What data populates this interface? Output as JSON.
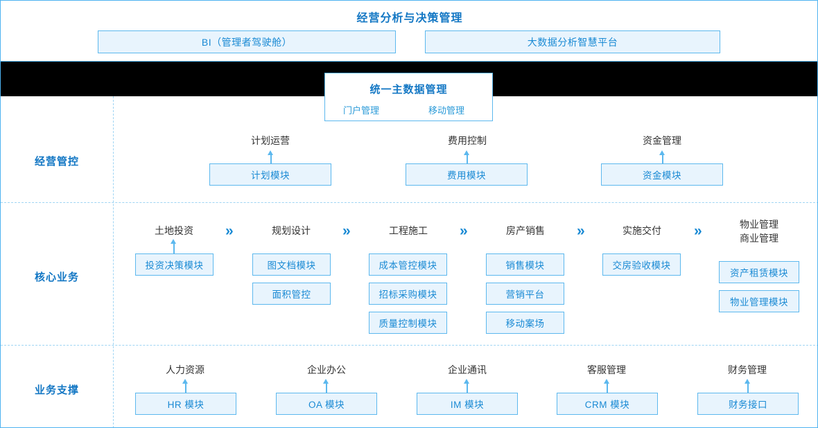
{
  "top": {
    "title": "经营分析与决策管理",
    "boxes": [
      {
        "label": "BI（管理者驾驶舱）"
      },
      {
        "label": "大数据分析智慧平台"
      }
    ]
  },
  "master_data": {
    "title": "统一主数据管理",
    "sub_left": "门户管理",
    "sub_right": "移动管理"
  },
  "rows": [
    {
      "label": "经营管控"
    },
    {
      "label": "核心业务"
    },
    {
      "label": "业务支撑"
    }
  ],
  "management_row": {
    "columns": [
      {
        "stage": "计划运营",
        "modules": [
          "计划模块"
        ]
      },
      {
        "stage": "费用控制",
        "modules": [
          "费用模块"
        ]
      },
      {
        "stage": "资金管理",
        "modules": [
          "资金模块"
        ]
      }
    ]
  },
  "core_row": {
    "chevron": "»",
    "columns": [
      {
        "stage": "土地投资",
        "modules": [
          "投资决策模块"
        ]
      },
      {
        "stage": "规划设计",
        "modules": [
          "图文档模块",
          "面积管控"
        ]
      },
      {
        "stage": "工程施工",
        "modules": [
          "成本管控模块",
          "招标采购模块",
          "质量控制模块"
        ]
      },
      {
        "stage": "房产销售",
        "modules": [
          "销售模块",
          "营销平台",
          "移动案场"
        ]
      },
      {
        "stage": "实施交付",
        "modules": [
          "交房验收模块"
        ]
      },
      {
        "stage": "物业管理\n商业管理",
        "modules": [
          "资产租赁模块",
          "物业管理模块"
        ]
      }
    ]
  },
  "support_row": {
    "columns": [
      {
        "stage": "人力资源",
        "modules": [
          "HR 模块"
        ]
      },
      {
        "stage": "企业办公",
        "modules": [
          "OA 模块"
        ]
      },
      {
        "stage": "企业通讯",
        "modules": [
          "IM 模块"
        ]
      },
      {
        "stage": "客服管理",
        "modules": [
          "CRM 模块"
        ]
      },
      {
        "stage": "财务管理",
        "modules": [
          "财务接口"
        ]
      }
    ]
  },
  "colors": {
    "accent": "#1377c4",
    "box_border": "#5cb8ee",
    "box_fill": "#e8f4fd",
    "box_text": "#1a8ad4",
    "dashed": "#9fd5f4",
    "band": "#000000"
  }
}
